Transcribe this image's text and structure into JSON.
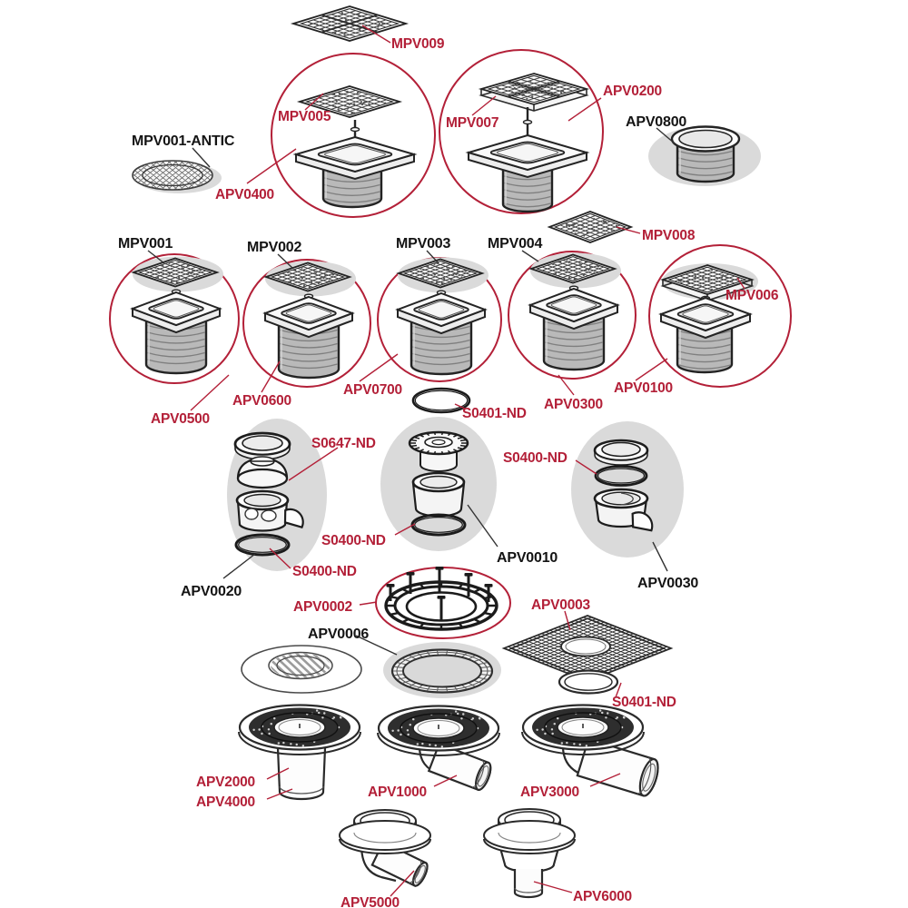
{
  "diagram": {
    "type": "exploded-parts-diagram",
    "background": "#ffffff",
    "accent_red": "#b32038",
    "ink": "#1e1e1e",
    "shadow_gray": "#dadada",
    "labels": {
      "mpv009": "MPV009",
      "mpv005": "MPV005",
      "apv0400": "APV0400",
      "mpv007": "MPV007",
      "apv0200": "APV0200",
      "mpv001_antic": "MPV001-ANTIC",
      "apv0800": "APV0800",
      "mpv008": "MPV008",
      "mpv001": "MPV001",
      "mpv002": "MPV002",
      "mpv003": "MPV003",
      "mpv004": "MPV004",
      "mpv006": "MPV006",
      "apv0500": "APV0500",
      "apv0600": "APV0600",
      "apv0700": "APV0700",
      "apv0300": "APV0300",
      "apv0100": "APV0100",
      "s0401_nd_mid": "S0401-ND",
      "s0647_nd": "S0647-ND",
      "s0400_nd_a": "S0400-ND",
      "s0400_nd_b": "S0400-ND",
      "s0400_nd_c": "S0400-ND",
      "apv0020": "APV0020",
      "apv0010": "APV0010",
      "apv0030": "APV0030",
      "apv0002": "APV0002",
      "apv0006": "APV0006",
      "apv0003": "APV0003",
      "s0401_nd_bottom": "S0401-ND",
      "apv2000": "APV2000",
      "apv4000": "APV4000",
      "apv1000": "APV1000",
      "apv3000": "APV3000",
      "apv5000": "APV5000",
      "apv6000": "APV6000"
    }
  }
}
